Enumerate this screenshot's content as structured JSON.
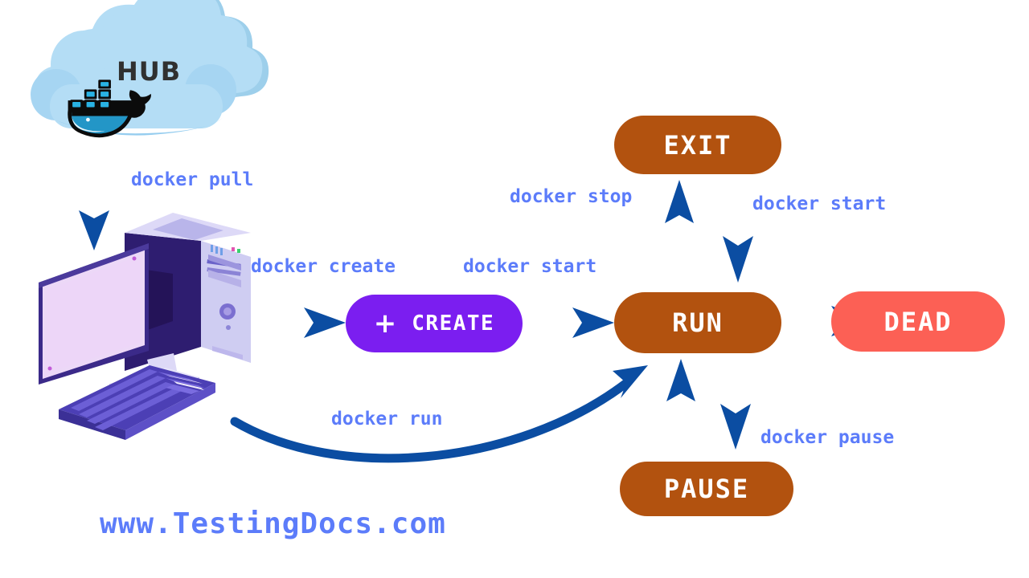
{
  "diagram": {
    "title": "Docker container lifecycle state diagram",
    "background": "#ffffff",
    "colors": {
      "state_brown": "#b2520f",
      "state_purple": "#7b1ef0",
      "state_red": "#fc6055",
      "arrow_blue": "#0b4da2",
      "command_text": "#5c7cfa",
      "cloud_blue": "#a8d8f0",
      "hub_text": "#303030"
    }
  },
  "hub": {
    "label": "HUB",
    "icon": "docker-whale-icon",
    "shape": "cloud"
  },
  "host": {
    "icon": "desktop-computer-icon",
    "parts": [
      "monitor",
      "tower",
      "keyboard"
    ]
  },
  "nodes": [
    {
      "id": "create",
      "label": "CREATE",
      "icon": "plus-icon",
      "color": "#7b1ef0"
    },
    {
      "id": "run",
      "label": "RUN",
      "color": "#b2520f"
    },
    {
      "id": "exit",
      "label": "EXIT",
      "color": "#b2520f"
    },
    {
      "id": "pause",
      "label": "PAUSE",
      "color": "#b2520f"
    },
    {
      "id": "dead",
      "label": "DEAD",
      "color": "#fc6055"
    }
  ],
  "commands": {
    "pull": "docker pull",
    "create": "docker create",
    "start_create_to_run": "docker start",
    "stop": "docker stop",
    "start_exit_to_run": "docker start",
    "run": "docker run",
    "pause": "docker pause"
  },
  "edges": [
    {
      "from": "hub",
      "to": "host",
      "label": "docker pull",
      "style": "dashed-arrow",
      "direction": "down"
    },
    {
      "from": "host",
      "to": "create",
      "label": "docker create",
      "style": "dashed-arrow",
      "direction": "right"
    },
    {
      "from": "create",
      "to": "run",
      "label": "docker start",
      "style": "dashed-arrow",
      "direction": "right"
    },
    {
      "from": "run",
      "to": "exit",
      "label": "docker stop",
      "style": "dashed-arrow",
      "direction": "up"
    },
    {
      "from": "exit",
      "to": "run",
      "label": "docker start",
      "style": "dashed-arrow",
      "direction": "down"
    },
    {
      "from": "run",
      "to": "dead",
      "label": "",
      "style": "dashed-arrow",
      "direction": "right"
    },
    {
      "from": "run",
      "to": "pause",
      "label": "docker pause",
      "style": "dashed-arrow",
      "direction": "down"
    },
    {
      "from": "pause",
      "to": "run",
      "label": "",
      "style": "dashed-arrow",
      "direction": "up"
    },
    {
      "from": "host",
      "to": "run",
      "label": "docker run",
      "style": "solid-curved-arrow",
      "direction": "right"
    }
  ],
  "footer": {
    "site_url": "www.TestingDocs.com"
  }
}
